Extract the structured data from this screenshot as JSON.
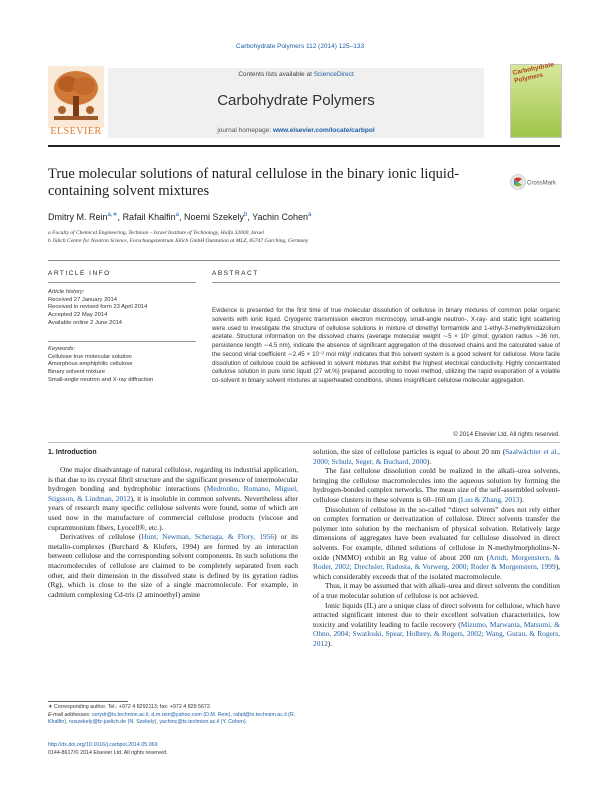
{
  "journal_ref": "Carbohydrate Polymers 112 (2014) 125–133",
  "header": {
    "contents_prefix": "Contents lists available at ",
    "contents_link": "ScienceDirect",
    "journal_title": "Carbohydrate Polymers",
    "homepage_prefix": "journal homepage: ",
    "homepage_url": "www.elsevier.com/locate/carbpol",
    "publisher": "ELSEVIER",
    "cover_text": "Carbohydrate Polymers"
  },
  "article": {
    "title": "True molecular solutions of natural cellulose in the binary ionic liquid-containing solvent mixtures",
    "authors": [
      {
        "name": "Dmitry M. Rein",
        "sup": "a,∗"
      },
      {
        "name": "Rafail Khalfin",
        "sup": "a"
      },
      {
        "name": "Noemi Szekely",
        "sup": "b"
      },
      {
        "name": "Yachin Cohen",
        "sup": "a"
      }
    ],
    "affiliations": [
      "a Faculty of Chemical Engineering, Technion – Israel Institute of Technology, Haifa 32000, Israel",
      "b Jülich Centre for Neutron Science, Forschungszentrum Jülich GmbH Outstation at MLZ, 85747 Garching, Germany"
    ],
    "crossmark": "CrossMark"
  },
  "article_info": {
    "heading": "ARTICLE INFO",
    "history_label": "Article history:",
    "history": [
      "Received 27 January 2014",
      "Received in revised form 23 April 2014",
      "Accepted 22 May 2014",
      "Available online 2 June 2014"
    ],
    "keywords_label": "Keywords:",
    "keywords": [
      "Cellulose true molecular solution",
      "Amorphous amphiphilic cellulose",
      "Binary solvent mixture",
      "Small-angle neutron and X-ray diffraction"
    ]
  },
  "abstract": {
    "heading": "ABSTRACT",
    "text": "Evidence is presented for the first time of true molecular dissolution of cellulose in binary mixtures of common polar organic solvents with ionic liquid. Cryogenic transmission electron microscopy, small-angle neutron-, X-ray- and static light scattering were used to investigate the structure of cellulose solutions in mixture of dimethyl formamide and 1-ethyl-3-methylimidazolium acetate. Structural information on the dissolved chains (average molecular weight ∼5 × 10⁵ g/mol; gyration radius ∼36 nm, persistence length ∼4.5 nm), indicate the absence of significant aggregation of the dissolved chains and the calculated value of the second virial coefficient ∼2.45 × 10⁻² mol ml/g² indicates that this solvent system is a good solvent for cellulose. More facile dissolution of cellulose could be achieved in solvent mixtures that exhibit the highest electrical conductivity. Highly concentrated cellulose solution in pure ionic liquid (27 wt.%) prepared according to novel method, utilizing the rapid evaporation of a volatile co-solvent in binary solvent mixtures at superheated conditions, shows insignificant cellulose molecular aggregation.",
    "copyright": "© 2014 Elsevier Ltd. All rights reserved."
  },
  "intro": {
    "heading": "1. Introduction",
    "left": [
      {
        "t": "One major disadvantage of natural cellulose, regarding its industrial application, is that due to its crystal fibril structure and the significant presence of intermolecular hydrogen bonding and hydrophobic interactions (",
        "r": "Medronho, Romano, Miguel, Stigsson, & Lindman, 2012",
        "e": "), it is insoluble in common solvents. Nevertheless after years of research many specific cellulose solvents were found, some of which are used now in the manufacture of commercial cellulose products (viscose and cuprammonium fibers, Lyocell®, etc.)."
      },
      {
        "t": "Derivatives of cellulose (",
        "r": "Hunt, Newman, Scheraga, & Flory, 1956",
        "e": ") or its metallo-complexes (Burchard & Klufers, 1994) are formed by an interaction between cellulose and the corresponding solvent components. In such solutions the macromolecules of cellulose are claimed to be completely separated from each other, and their dimension in the dissolved state is defined by its gyration radius (Rg), which is close to the size of a single macromolecule. For example, in cadmium complexing Cd-tris (2 aminoethyl) amine"
      }
    ],
    "right": [
      {
        "t": "solution, the size of cellulose particles is equal to about 20 nm (",
        "r": "Saalwächter et al., 2000; Schulz, Seger, & Buchard, 2000",
        "e": ")."
      },
      {
        "t": "The fast cellulose dissolution could be realized in the alkali–urea solvents, bringing the cellulose macromolecules into the aqueous solution by forming the hydrogen-bonded complex networks. The mean size of the self-assembled solvent-cellulose clusters in these solvents is 60–160 nm (",
        "r": "Luo & Zhang, 2013",
        "e": ")."
      },
      {
        "t": "Dissolution of cellulose in the so-called “direct solvents” does not rely either on complex formation or derivatization of cellulose. Direct solvents transfer the polymer into solution by the mechanism of physical solvation. Relatively large dimensions of aggregates have been evaluated for cellulose dissolved in direct solvents. For example, diluted solutions of cellulose in N-methylmorpholine-N-oxide (NMMO) exhibit an Rg value of about 200 nm (",
        "r": "Arndt, Morgenstern, & Roder, 2002; Drechsler, Radosta, & Vorwerg, 2000; Roder & Morgenstern, 1999",
        "e": "), which considerably exceeds that of the isolated macromolecule."
      },
      {
        "t": "Thus, it may be assumed that with alkali–urea and direct solvents the condition of a true molecular solution of cellulose is not achieved.",
        "r": "",
        "e": ""
      },
      {
        "t": "Ionic liquids (IL) are a unique class of direct solvents for cellulose, which have attracted significant interest due to their excellent solvation characteristics, low toxicity and volatility leading to facile recovery (",
        "r": "Mizumo, Marwanta, Matsumi, & Ohno, 2004; Swatloski, Spear, Holbrey, & Rogers, 2002; Wang, Gurau, & Rogers, 2012",
        "e": ")."
      }
    ]
  },
  "footnotes": {
    "corresponding": "∗ Corresponding author. Tel.: +972 4 8292113; fax: +972 4 829 5672.",
    "email_label": "E-mail addresses: ",
    "emails": "cerydr@tx.technion.ac.il, d.m.rein@yahoo.com (D.M. Rein), rafail@tx.technion.ac.il (R. Khalfin), noszekely@fz-juelich.de (N. Szekely), yachinc@tx.technion.ac.il (Y. Cohen).",
    "doi": "http://dx.doi.org/10.1016/j.carbpol.2014.05.069",
    "issn": "0144-8617/© 2014 Elsevier Ltd. All rights reserved."
  }
}
